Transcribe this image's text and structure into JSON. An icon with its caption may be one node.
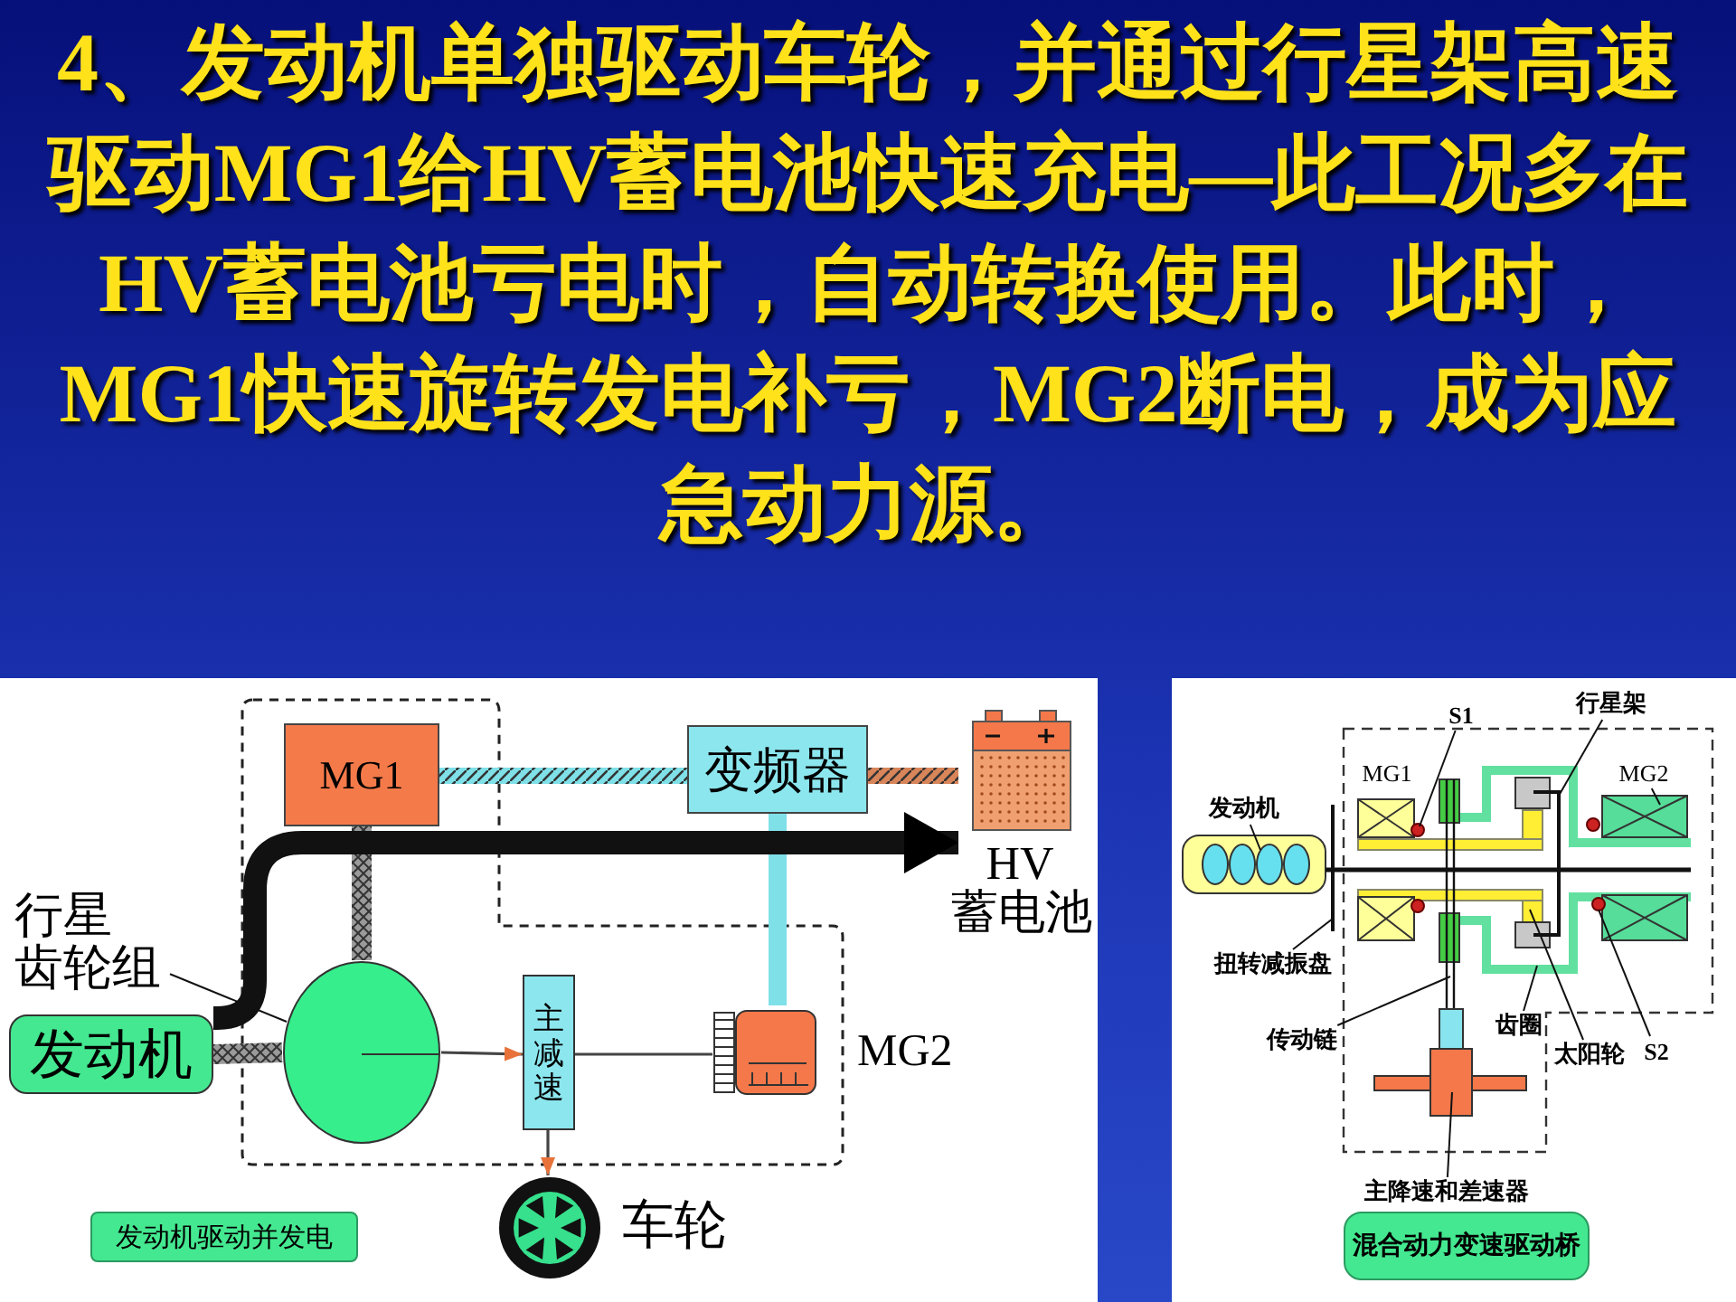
{
  "diagram": {
    "title": "4、发动机单独驱动车轮，并通过行星架高速驱动MG1给HV蓄电池快速充电—此工况多在HV蓄电池亏电时，自动转换使用。此时，MG1快速旋转发电补亏，MG2断电，成为应急动力源。",
    "nodes": [
      {
        "text": [
          "MG1"
        ]
      },
      {
        "text": [
          "变频器"
        ]
      },
      {
        "text": [
          "HV 蓄电池"
        ]
      },
      {
        "text": [
          "发动机"
        ]
      },
      {
        "text": [],
        "shape": "circle"
      },
      {
        "text": [
          "行星齿轮组"
        ]
      },
      {
        "text": [
          "主减速"
        ]
      },
      {
        "text": [
          "MG2"
        ]
      },
      {
        "text": [
          "车轮"
        ]
      },
      {
        "text": [
          "发动机驱动并发电"
        ]
      },
      {
        "text": [
          "发动机"
        ]
      },
      {
        "text": [
          "S1"
        ]
      },
      {
        "text": [
          "行星架"
        ]
      },
      {
        "text": [
          "MG2"
        ]
      },
      {
        "text": [
          "扭转减振盘"
        ]
      },
      {
        "text": [
          "齿圈"
        ]
      },
      {
        "text": [
          "太阳轮"
        ]
      },
      {
        "text": [
          "S2"
        ]
      },
      {
        "text": [
          "传动链"
        ]
      },
      {
        "text": [
          "主降速和差速器"
        ]
      },
      {
        "text": [
          "混合动力变速驱动桥"
        ]
      }
    ],
    "edges": [
      {
        "from": 0,
        "to": 1,
        "arrow": "none",
        "style": "thick",
        "color": "#7fe0e8"
      },
      {
        "from": 1,
        "to": 2,
        "arrow": "none",
        "style": "thick",
        "color": "#d8855a"
      },
      {
        "from": 0,
        "to": 4,
        "arrow": "none",
        "style": "thick",
        "color": "#9a9a9a"
      },
      {
        "from": 3,
        "to": 4,
        "arrow": "none",
        "style": "thick",
        "color": "#9a9a9a"
      },
      {
        "from": 1,
        "to": 7,
        "arrow": "none",
        "style": "thick",
        "color": "#7fe0e8"
      },
      {
        "from": 4,
        "to": 6,
        "arrow": "to"
      },
      {
        "from": 6,
        "to": 7,
        "arrow": "none"
      },
      {
        "from": 6,
        "to": 8,
        "arrow": "to"
      },
      {
        "from": 3,
        "to": 2,
        "arrow": "to",
        "style": "thick"
      },
      {
        "from": 5,
        "to": 4,
        "arrow": "none"
      },
      {
        "from": 10,
        "to": null,
        "arrow": "none"
      },
      {
        "from": 11,
        "to": null,
        "arrow": "none"
      },
      {
        "from": 12,
        "to": null,
        "arrow": "none"
      },
      {
        "from": 13,
        "to": null,
        "arrow": "none"
      },
      {
        "from": 14,
        "to": null,
        "arrow": "none"
      },
      {
        "from": 15,
        "to": null,
        "arrow": "none"
      },
      {
        "from": 16,
        "to": null,
        "arrow": "none"
      },
      {
        "from": 17,
        "to": null,
        "arrow": "none"
      },
      {
        "from": 18,
        "to": null,
        "arrow": "none"
      },
      {
        "from": 19,
        "to": null,
        "arrow": "none"
      }
    ],
    "labels": [
      "MG1"
    ]
  }
}
